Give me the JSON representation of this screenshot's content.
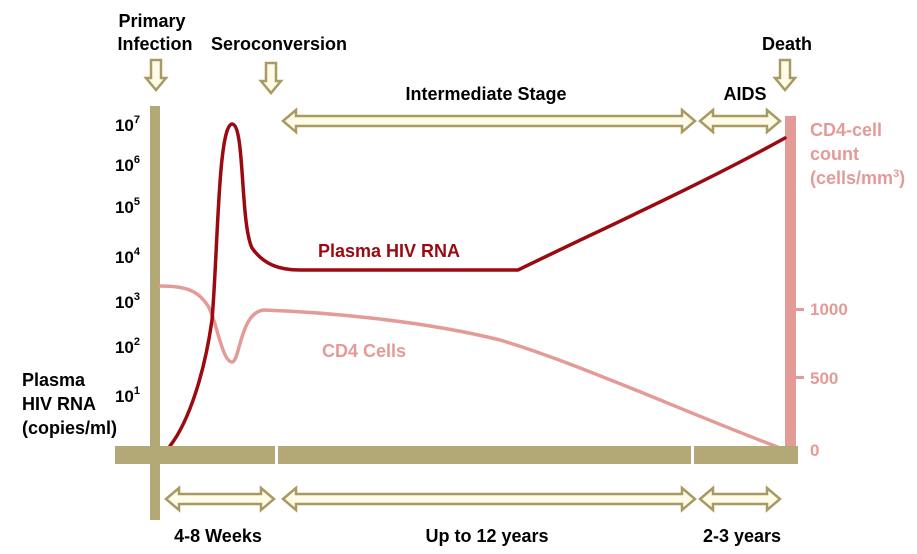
{
  "stage_labels": {
    "primary_infection_line1": "Primary",
    "primary_infection_line2": "Infection",
    "seroconversion": "Seroconversion",
    "death": "Death",
    "intermediate_stage": "Intermediate Stage",
    "aids": "AIDS"
  },
  "left_axis": {
    "title_line1": "Plasma",
    "title_line2": "HIV RNA",
    "title_line3": "(copies/ml)",
    "tick_base": "10",
    "tick_exponents": [
      "7",
      "6",
      "5",
      "4",
      "3",
      "2",
      "1"
    ]
  },
  "right_axis": {
    "title_line1": "CD4-cell",
    "title_line2": "count",
    "title_line3_prefix": "(cells/mm",
    "title_line3_sup": "3",
    "title_line3_suffix": ")",
    "ticks": [
      "1000",
      "500",
      "0"
    ]
  },
  "curves": {
    "rna_label": "Plasma HIV RNA",
    "cd4_label": "CD4 Cells"
  },
  "time_labels": {
    "weeks": "4-8 Weeks",
    "years_12": "Up to 12 years",
    "years_23": "2-3 years"
  },
  "colors": {
    "rna": "#9b0a10",
    "cd4": "#e39b98",
    "axis_bar": "#b3a976",
    "arrow_fill": "#fffbe9",
    "arrow_stroke": "#a89a63"
  }
}
